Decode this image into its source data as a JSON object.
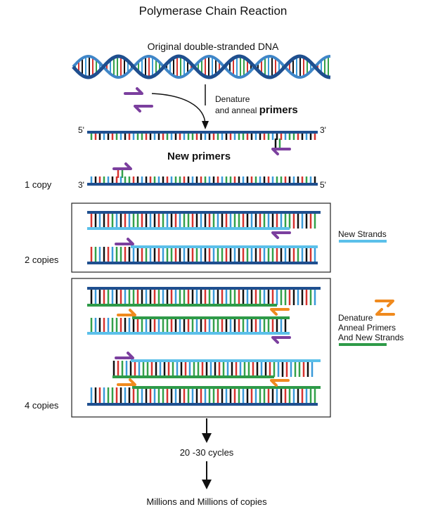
{
  "title": "Polymerase Chain Reaction",
  "original_dna_label": "Original double-stranded DNA",
  "denature_line1": "Denature",
  "denature_line2_prefix": "and anneal ",
  "denature_line2_bold": "primers",
  "strand_end_5": "5'",
  "strand_end_3": "3'",
  "new_primers_label": "New primers",
  "copies": {
    "one": "1 copy",
    "two": "2 copies",
    "four": "4 copies"
  },
  "legend": {
    "new_strands": "New Strands",
    "new_strands_color": "#5bc0ea",
    "denature_line1": "Denature",
    "denature_line2": "Anneal Primers",
    "denature_line3": "And New Strands",
    "cycle_strands_color": "#2e9a48"
  },
  "cycles_label": "20 -30 cycles",
  "result_label": "Millions and Millions of copies",
  "colors": {
    "backbone": "#1f4f8f",
    "helix_light": "#3f86c8",
    "primer_purple": "#7b3f9e",
    "primer_orange": "#f08a1e",
    "base_red": "#d6332f",
    "base_green": "#33a04a",
    "base_blue": "#3a9ad9",
    "base_black": "#111111"
  }
}
